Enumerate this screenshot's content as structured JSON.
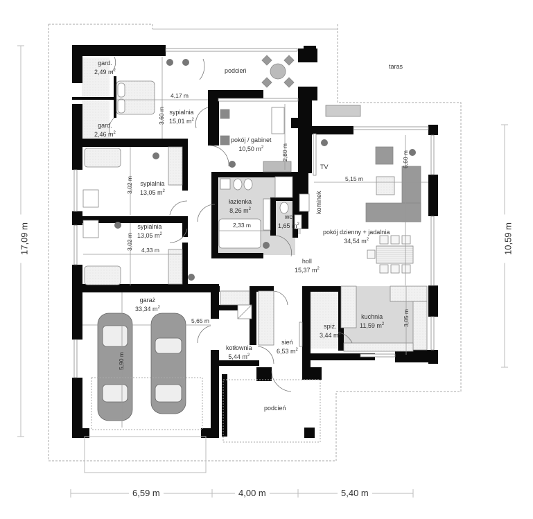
{
  "plan": {
    "colors": {
      "wall": "#0a0a0a",
      "floor_tile": "#d8d8d8",
      "furniture": "#9a9a9a",
      "dim_line": "#999999",
      "dashed_outline": "#aaaaaa"
    },
    "rooms": [
      {
        "id": "gard1",
        "name": "gard.",
        "area": "2,49 m",
        "sup": "2"
      },
      {
        "id": "gard2",
        "name": "gard.",
        "area": "2,46 m",
        "sup": "2"
      },
      {
        "id": "sypialnia1",
        "name": "sypialnia",
        "area": "15,01 m",
        "sup": "2"
      },
      {
        "id": "podcien_top",
        "name": "podcień",
        "area": "",
        "sup": ""
      },
      {
        "id": "taras",
        "name": "taras",
        "area": "",
        "sup": ""
      },
      {
        "id": "gabinet",
        "name": "pokój / gabinet",
        "area": "10,50 m",
        "sup": "2"
      },
      {
        "id": "sypialnia2",
        "name": "sypialnia",
        "area": "13,05 m",
        "sup": "2"
      },
      {
        "id": "sypialnia3",
        "name": "sypialnia",
        "area": "13,05 m",
        "sup": "2"
      },
      {
        "id": "lazienka",
        "name": "łazienka",
        "area": "8,26 m",
        "sup": "2"
      },
      {
        "id": "wc",
        "name": "wc",
        "area": "1,65 m",
        "sup": "2"
      },
      {
        "id": "dzienny",
        "name": "pokój dzienny + jadalnia",
        "area": "34,54 m",
        "sup": "2"
      },
      {
        "id": "holl",
        "name": "holl",
        "area": "15,37 m",
        "sup": "2"
      },
      {
        "id": "garaz",
        "name": "garaż",
        "area": "33,34 m",
        "sup": "2"
      },
      {
        "id": "kotlownia",
        "name": "kotłownia",
        "area": "5,44 m",
        "sup": "2"
      },
      {
        "id": "sien",
        "name": "sień",
        "area": "6,53 m",
        "sup": "2"
      },
      {
        "id": "spiz",
        "name": "spiż.",
        "area": "3,44 m",
        "sup": "2"
      },
      {
        "id": "kuchnia",
        "name": "kuchnia",
        "area": "11,59 m",
        "sup": "2"
      },
      {
        "id": "podcien_bottom",
        "name": "podcień",
        "area": "",
        "sup": ""
      }
    ],
    "labels": {
      "tv": "TV",
      "kominek": "kominek"
    },
    "inner_dimensions": {
      "sypialnia1_width": "4,17 m",
      "sypialnia1_height": "3,60 m",
      "gabinet_height": "2,80 m",
      "sypialnia2_height": "3,02 m",
      "sypialnia3_height": "3,02 m",
      "sypialnia3_width": "4,33 m",
      "lazienka_width": "2,33 m",
      "dzienny_width": "5,15 m",
      "dzienny_height": "6,60 m",
      "kuchnia_height": "3,05 m",
      "garaz_width": "5,65 m",
      "garaz_height": "5,90 m"
    },
    "outer_dimensions": {
      "left_total": "17,09 m",
      "right_total": "10,59 m",
      "bottom": [
        "6,59 m",
        "4,00 m",
        "5,40 m"
      ]
    }
  }
}
